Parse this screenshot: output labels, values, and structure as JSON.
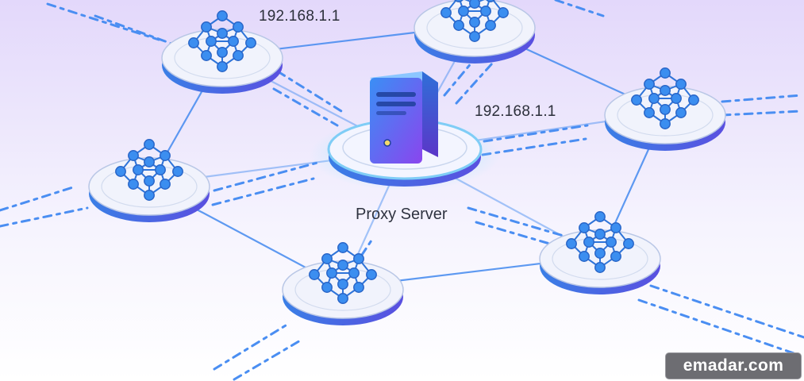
{
  "labels": {
    "ip_top": "192.168.1.1",
    "ip_server": "192.168.1.1",
    "server_caption": "Proxy Server"
  },
  "watermark": "emadar.com",
  "icons": {
    "server": "server-tower-icon",
    "node_network": "network-mesh-icon"
  },
  "colors": {
    "accent_blue": "#3b8ef0",
    "server_purple": "#7b4ef0",
    "platform_edge": "#2d6fe0"
  }
}
